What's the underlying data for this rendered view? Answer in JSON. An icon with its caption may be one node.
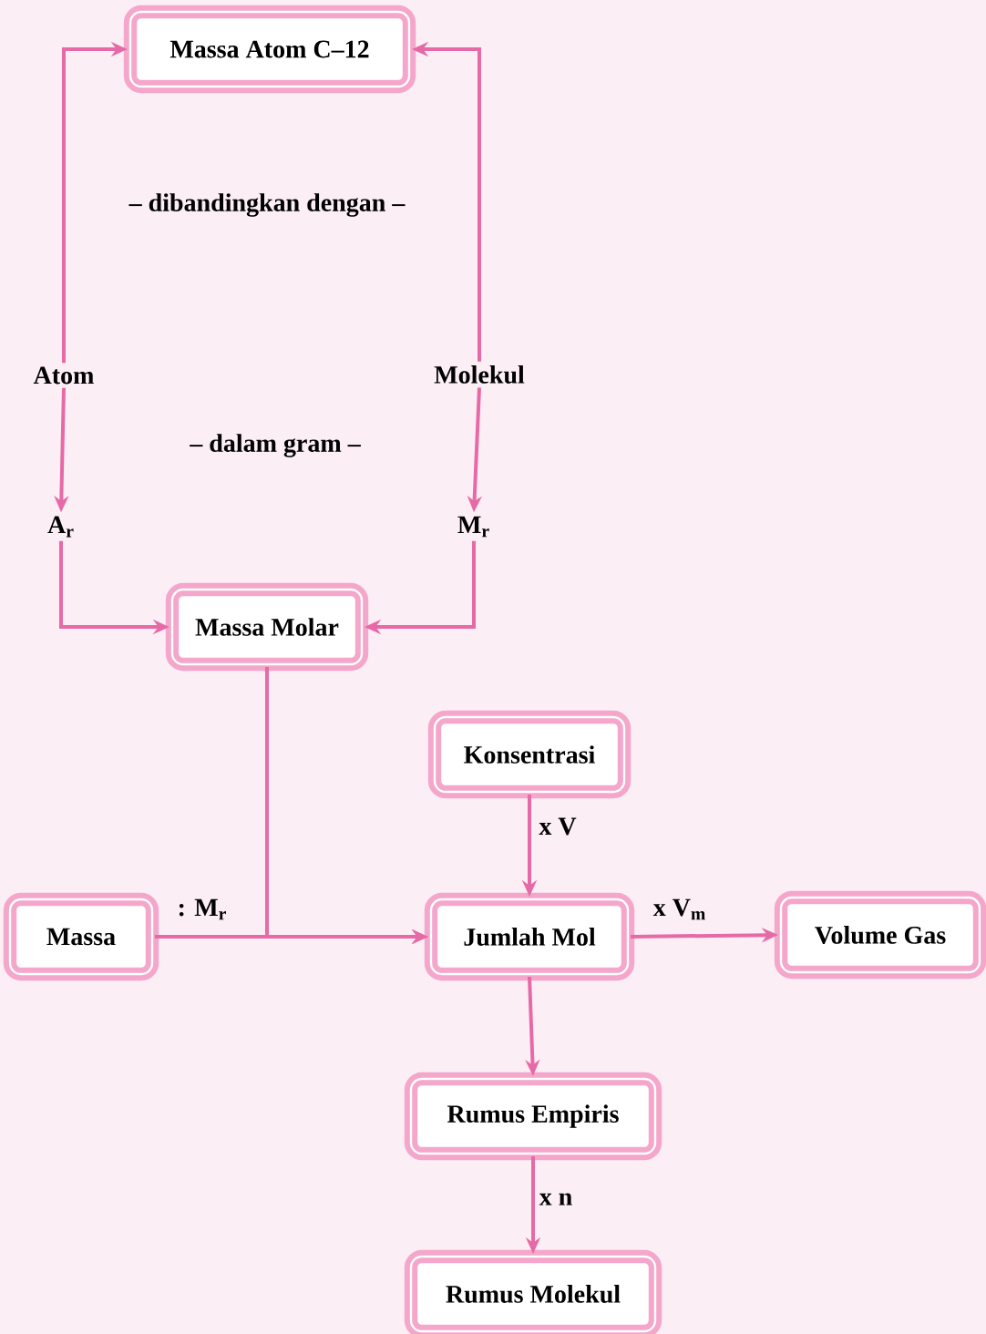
{
  "diagram": {
    "nodes": [
      {
        "text": [
          "Massa Atom C–12"
        ]
      },
      {
        "text": [
          "Atom"
        ]
      },
      {
        "text": [
          "Molekul"
        ]
      },
      {
        "text": [
          "A$_{r}$"
        ]
      },
      {
        "text": [
          "M$_{r}$"
        ]
      },
      {
        "text": [
          "Massa Molar"
        ]
      },
      {
        "text": [
          "Konsentrasi"
        ]
      },
      {
        "text": [
          "Massa"
        ]
      },
      {
        "text": [
          "Jumlah Mol"
        ]
      },
      {
        "text": [
          "Volume Gas"
        ]
      },
      {
        "text": [
          "Rumus Empiris"
        ]
      },
      {
        "text": [
          "Rumus Molekul"
        ]
      }
    ],
    "edges": [
      {
        "from": 1,
        "to": 0,
        "arrow": "to"
      },
      {
        "from": 2,
        "to": 0,
        "arrow": "to"
      },
      {
        "from": 1,
        "to": 3,
        "arrow": "to"
      },
      {
        "from": 2,
        "to": 4,
        "arrow": "to"
      },
      {
        "from": 3,
        "to": 5,
        "arrow": "to"
      },
      {
        "from": 4,
        "to": 5,
        "arrow": "to"
      },
      {
        "from": 5,
        "to": 8,
        "arrow": "to"
      },
      {
        "from": 7,
        "to": 8,
        "arrow": "to",
        "label": ": M$_{r}$"
      },
      {
        "from": 6,
        "to": 8,
        "arrow": "to",
        "label": "x V"
      },
      {
        "from": 8,
        "to": 9,
        "arrow": "to",
        "label": "x V$_{m}$"
      },
      {
        "from": 8,
        "to": 10,
        "arrow": "to"
      },
      {
        "from": 10,
        "to": 11,
        "arrow": "to",
        "label": "x n"
      }
    ],
    "labels": [
      "– dibandingkan dengan –",
      "– dalam gram –"
    ]
  }
}
